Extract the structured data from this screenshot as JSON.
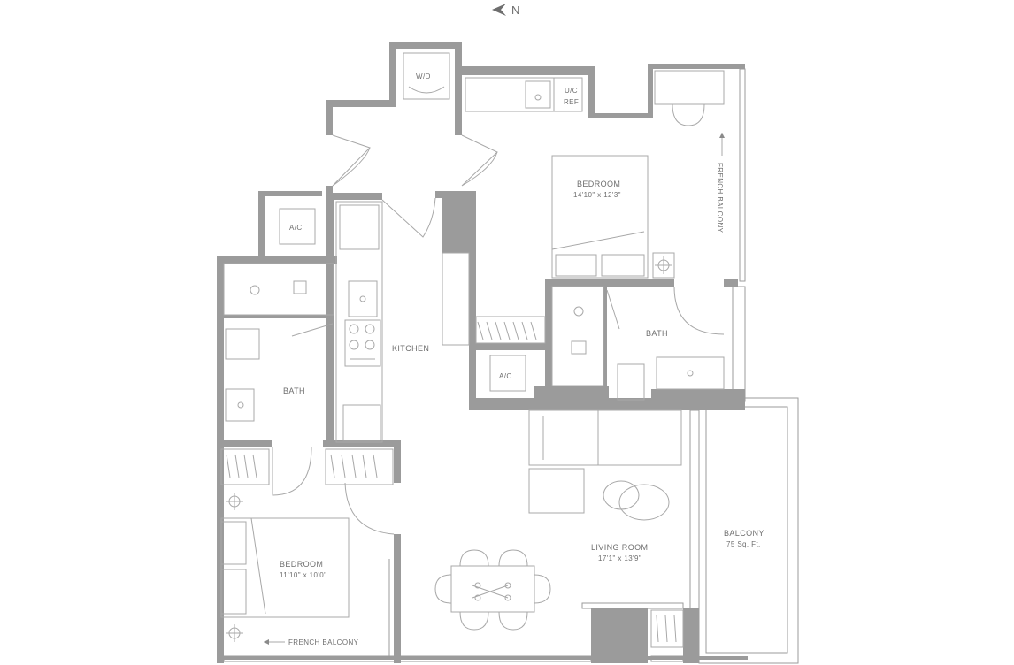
{
  "compass": {
    "label": "N"
  },
  "rooms": {
    "wd": "W/D",
    "uc_ref": [
      "U/C",
      "REF"
    ],
    "bedroom_main": {
      "name": "BEDROOM",
      "size": "14'10\" x 12'3\""
    },
    "french_balcony_right": "FRENCH BALCONY",
    "ac_top": "A/C",
    "ac_mid": "A/C",
    "kitchen": "KITCHEN",
    "bath_left": "BATH",
    "bath_right": "BATH",
    "bedroom_second": {
      "name": "BEDROOM",
      "size": "11'10\" x 10'0\""
    },
    "french_balcony_bottom": "FRENCH BALCONY",
    "living_room": {
      "name": "LIVING ROOM",
      "size": "17'1\" x 13'9\""
    },
    "balcony": {
      "name": "BALCONY",
      "area": "75 Sq. Ft."
    }
  },
  "colors": {
    "wall": "#9b9b9b",
    "line": "#a8a8a8",
    "text": "#6e6e6e"
  },
  "icons": [
    "compass-arrow-icon",
    "door-swing-icon",
    "sink-icon",
    "stove-icon",
    "toilet-icon",
    "bed-icon",
    "sofa-icon",
    "dining-table-icon"
  ]
}
